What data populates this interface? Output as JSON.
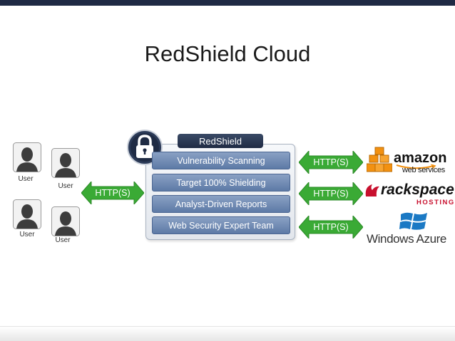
{
  "title": "RedShield Cloud",
  "users": [
    "User",
    "User",
    "User",
    "User"
  ],
  "panel": {
    "header": "RedShield",
    "services": [
      "Vulnerability Scanning",
      "Target 100% Shielding",
      "Analyst-Driven Reports",
      "Web Security Expert Team"
    ]
  },
  "arrows": {
    "left": "HTTP(S)",
    "right": [
      "HTTP(S)",
      "HTTP(S)",
      "HTTP(S)"
    ]
  },
  "providers": {
    "amazon": {
      "name": "amazon",
      "sub": "web services"
    },
    "rackspace": {
      "name": "rackspace",
      "sub": "HOSTING"
    },
    "azure": {
      "name": "Windows Azure"
    }
  },
  "colors": {
    "arrow_green": "#3aaa35",
    "panel_header": "#1f2b44",
    "service_blue": "#6f89b3",
    "top_bar": "#1f2a44"
  }
}
